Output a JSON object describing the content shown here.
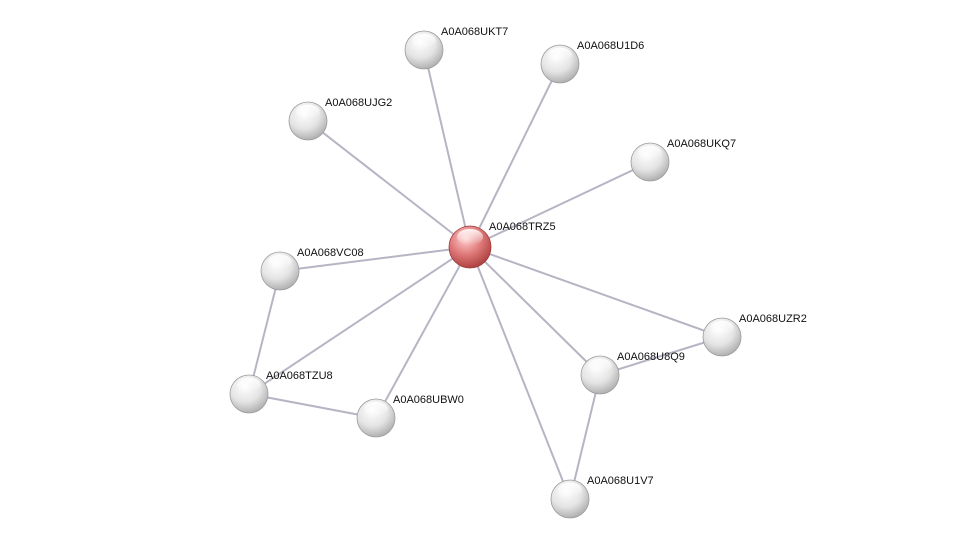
{
  "network": {
    "center": "A0A068TRZ5",
    "nodes": [
      {
        "id": "A0A068TRZ5",
        "label": "A0A068TRZ5",
        "role": "query"
      },
      {
        "id": "A0A068UKT7",
        "label": "A0A068UKT7"
      },
      {
        "id": "A0A068U1D6",
        "label": "A0A068U1D6"
      },
      {
        "id": "A0A068UJG2",
        "label": "A0A068UJG2"
      },
      {
        "id": "A0A068UKQ7",
        "label": "A0A068UKQ7"
      },
      {
        "id": "A0A068VC08",
        "label": "A0A068VC08"
      },
      {
        "id": "A0A068UZR2",
        "label": "A0A068UZR2"
      },
      {
        "id": "A0A068U8Q9",
        "label": "A0A068U8Q9"
      },
      {
        "id": "A0A068TZU8",
        "label": "A0A068TZU8"
      },
      {
        "id": "A0A068UBW0",
        "label": "A0A068UBW0"
      },
      {
        "id": "A0A068U1V7",
        "label": "A0A068U1V7"
      }
    ],
    "edges": [
      [
        "A0A068TRZ5",
        "A0A068UKT7"
      ],
      [
        "A0A068TRZ5",
        "A0A068U1D6"
      ],
      [
        "A0A068TRZ5",
        "A0A068UJG2"
      ],
      [
        "A0A068TRZ5",
        "A0A068UKQ7"
      ],
      [
        "A0A068TRZ5",
        "A0A068VC08"
      ],
      [
        "A0A068TRZ5",
        "A0A068UZR2"
      ],
      [
        "A0A068TRZ5",
        "A0A068U8Q9"
      ],
      [
        "A0A068TRZ5",
        "A0A068TZU8"
      ],
      [
        "A0A068TRZ5",
        "A0A068UBW0"
      ],
      [
        "A0A068TRZ5",
        "A0A068U1V7"
      ],
      [
        "A0A068VC08",
        "A0A068TZU8"
      ],
      [
        "A0A068TZU8",
        "A0A068UBW0"
      ],
      [
        "A0A068U8Q9",
        "A0A068UZR2"
      ],
      [
        "A0A068U8Q9",
        "A0A068U1V7"
      ]
    ],
    "colors": {
      "query_node": "#d9534f",
      "other_node": "#e6e6e6",
      "edge": "#b8b4c4"
    }
  }
}
